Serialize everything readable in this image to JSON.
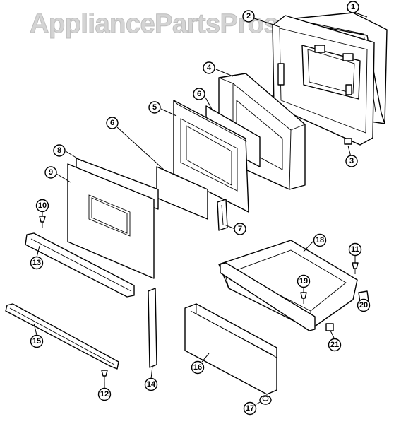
{
  "watermark": "AppliancePartsPros.com",
  "callouts": {
    "c1": "1",
    "c2": "2",
    "c3": "3",
    "c4": "4",
    "c5": "5",
    "c6a": "6",
    "c6b": "6",
    "c7": "7",
    "c8": "8",
    "c9": "9",
    "c10": "10",
    "c11": "11",
    "c12": "12",
    "c13": "13",
    "c14": "14",
    "c15": "15",
    "c16": "16",
    "c17": "17",
    "c18": "18",
    "c19": "19",
    "c20": "20",
    "c21": "21"
  }
}
